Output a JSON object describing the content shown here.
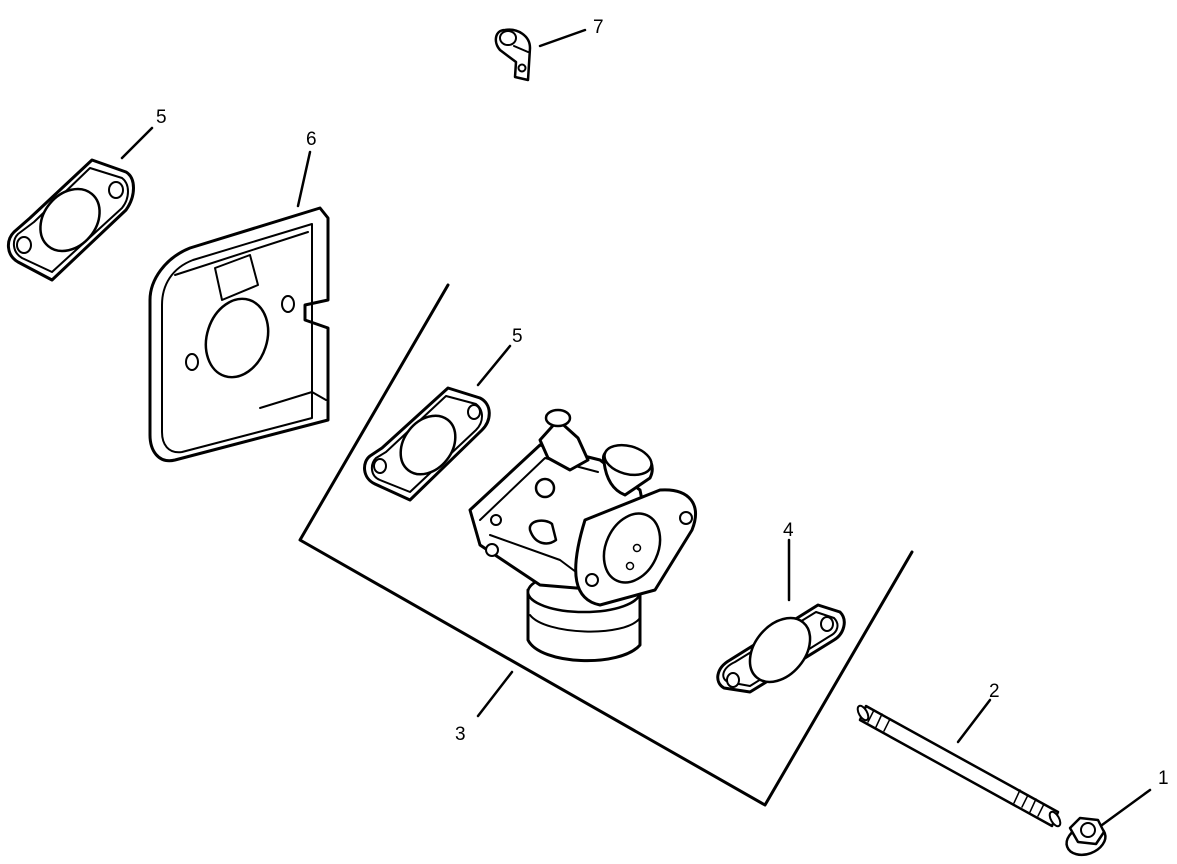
{
  "diagram": {
    "callouts": {
      "item_1": "1",
      "item_2": "2",
      "item_3": "3",
      "item_4": "4",
      "item_5_left": "5",
      "item_5_center": "5",
      "item_6": "6",
      "item_7": "7"
    }
  }
}
